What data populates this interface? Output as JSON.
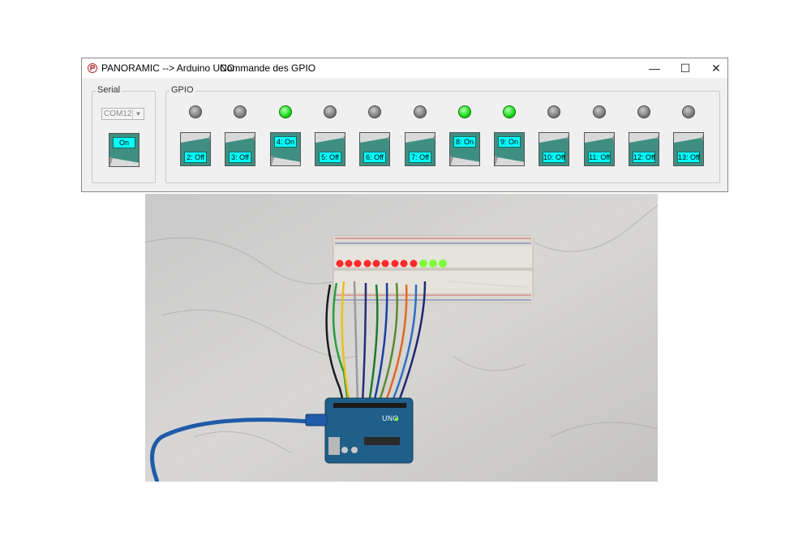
{
  "window": {
    "title": "PANORAMIC --> Arduino UNO",
    "subtitle": "Commande des GPIO",
    "controls": {
      "minimize": "—",
      "maximize": "☐",
      "close": "✕"
    }
  },
  "serial": {
    "label": "Serial",
    "port": "COM12",
    "dropdown_arrow": "▼",
    "button_label": "On",
    "button_state": "on"
  },
  "gpio": {
    "label": "GPIO",
    "pins": [
      {
        "label": "2: Off",
        "state": "off"
      },
      {
        "label": "3: Off",
        "state": "off"
      },
      {
        "label": "4: On",
        "state": "on"
      },
      {
        "label": "5: Off",
        "state": "off"
      },
      {
        "label": "6: Off",
        "state": "off"
      },
      {
        "label": "7: Off",
        "state": "off"
      },
      {
        "label": "8: On",
        "state": "on"
      },
      {
        "label": "9: On",
        "state": "on"
      },
      {
        "label": "10: Off",
        "state": "off"
      },
      {
        "label": "11: Off",
        "state": "off"
      },
      {
        "label": "12: Off",
        "state": "off"
      },
      {
        "label": "13: Off",
        "state": "off"
      }
    ]
  },
  "photo": {
    "board_label": "UNO",
    "colors": {
      "breadboard": "#e6e3dc",
      "board": "#1f5f8a",
      "cable": "#1f5ba8",
      "led_red": "#ff2a2a",
      "led_green": "#7cff3a"
    }
  }
}
